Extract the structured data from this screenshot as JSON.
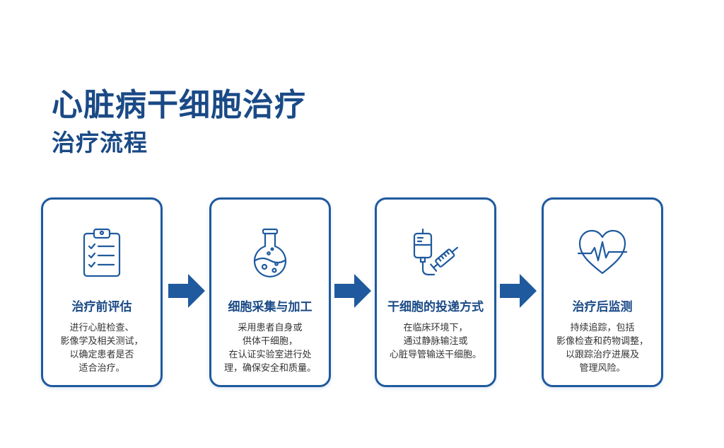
{
  "title": "心脏病干细胞治疗",
  "subtitle": "治疗流程",
  "colors": {
    "primary": "#1f5a9e",
    "title": "#1a4a86",
    "text": "#333333"
  },
  "steps": [
    {
      "icon": "clipboard-checklist-icon",
      "title": "治疗前评估",
      "lines": [
        "进行心脏检查、",
        "影像学及相关测试，",
        "以确定患者是否",
        "适合治疗。"
      ]
    },
    {
      "icon": "flask-icon",
      "title": "细胞采集与加工",
      "lines": [
        "采用患者自身或",
        "供体干细胞，",
        "在认证实验室进行处",
        "理，确保安全和质量。"
      ]
    },
    {
      "icon": "iv-bag-syringe-icon",
      "title": "干细胞的投递方式",
      "lines": [
        "在临床环境下，",
        "通过静脉输注或",
        "心脏导管输送干细胞。"
      ]
    },
    {
      "icon": "heart-pulse-icon",
      "title": "治疗后监测",
      "lines": [
        "持续追踪，包括",
        "影像检查和药物调整，",
        "以跟踪治疗进展及",
        "管理风险。"
      ]
    }
  ]
}
